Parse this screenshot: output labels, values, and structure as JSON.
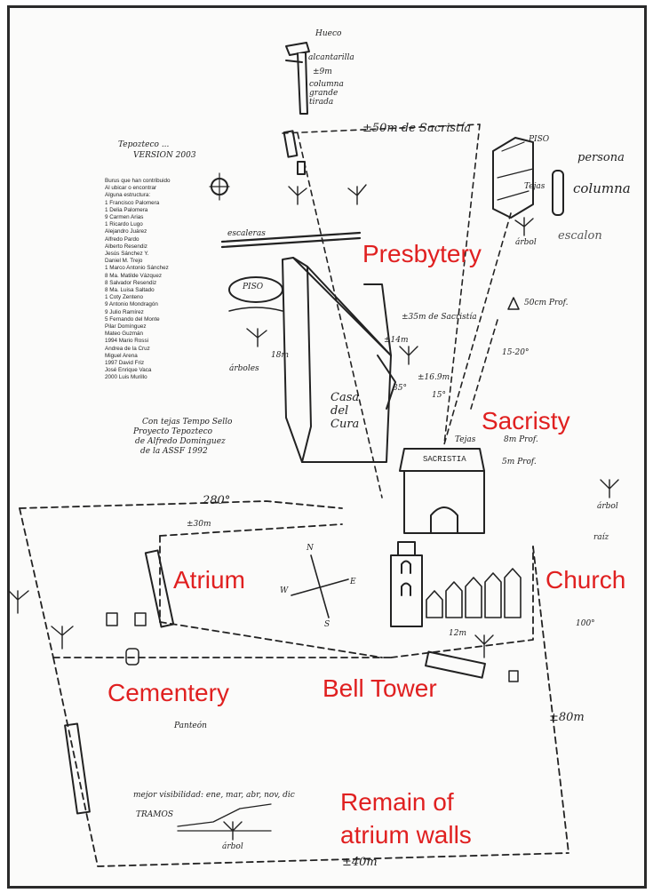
{
  "labels": {
    "presbytery": "Presbytery",
    "sacristy": "Sacristy",
    "atrium": "Atrium",
    "church": "Church",
    "cementery": "Cementery",
    "bell_tower": "Bell Tower",
    "remain_line1": "Remain of",
    "remain_line2": "atrium walls"
  },
  "colors": {
    "label": "#e02020",
    "ink": "#222222",
    "frame": "#2a2a2a"
  },
  "header": {
    "title": "Tepozteco ...",
    "version": "VERSION 2003"
  },
  "contributors": {
    "intro": [
      "Burus que han contribuido",
      "Al ubicar o encontrar",
      "Alguna estructura:"
    ],
    "names": [
      "1 Francisco Palomera",
      "1 Delia Palomera",
      "9 Carmen Arias",
      "1 Ricardo Lugo",
      "Alejandro Juárez",
      "Alfredo Pardo",
      "Alberto Resendiz",
      "Jesús Sánchez Y.",
      "Daniel M. Trejo",
      "1 Marco Antonio Sánchez",
      "8 Ma. Matilde Vázquez",
      "8 Salvador Resendiz",
      "8 Ma. Luisa Saltado",
      "1 Coty Zenteno",
      "9 Antonio Mondragón",
      "9 Julio Ramírez",
      "5 Fernando del Monte",
      "Pilar Domínguez",
      "Mateo Guzmán",
      "1994 Mario Rossi",
      "Andrea de la Cruz",
      "Miguel Arena",
      "1997 David Friz",
      "José Enrique Vaca",
      "2000 Luis Murillo"
    ]
  },
  "notes": {
    "hueco": "Hueco",
    "alcantarilla": "alcantarilla",
    "nine_m": "±9m",
    "columna_grande": "columna grande tirada",
    "fifty_m": "±50m de Sacristía",
    "piso_top": "PISO",
    "persona": "persona",
    "tejas": "Tejas",
    "columna": "columna",
    "escalon": "escalon",
    "arbol": "árbol",
    "escaleras": "escaleras",
    "piso_left": "PISO",
    "arboles": "árboles",
    "eighteen_m": "18m",
    "casa_del_cura": "Casa del Cura",
    "thirtyfive_m": "±35m de Sacristía",
    "fourteen_m": "±14m",
    "sixteen_m": "±16.9m",
    "fifteen_deg": "15°",
    "thirtyfive_deg": "35°",
    "fifty_cm": "50cm Prof.",
    "fifteen_twenty": "15-20°",
    "tejas_small": "Tejas",
    "eight_prof": "8m Prof.",
    "five_prof": "5m Prof.",
    "sacristia": "SACRISTIA",
    "angle_280": "280°",
    "thirty_m": "±30m",
    "angle_100": "100°",
    "raiz": "raíz",
    "m12": "12m",
    "eighty_m": "±80m",
    "forty_m": "±40m",
    "n": "N",
    "w": "W",
    "e": "E",
    "s": "S",
    "panteon": "Panteón",
    "visibilidad": "mejor visibilidad: ene, mar, abr, nov, dic",
    "tramos": "TRAMOS",
    "credit_line1": "Con tejas Tempo Sello",
    "credit_line2": "Proyecto Tepozteco",
    "credit_line3": "de Alfredo Dominguez",
    "credit_line4": "de la ASSF 1992"
  }
}
